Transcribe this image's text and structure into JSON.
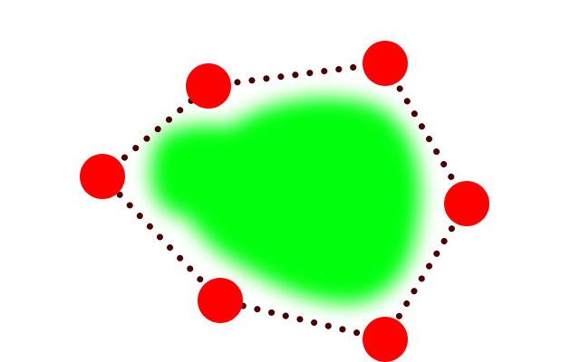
{
  "colors": {
    "background": "#ffffff",
    "fill_region": "#00ff11",
    "handle": "#ff0000",
    "outline": "#4a0000"
  },
  "selection": {
    "handle_count": 6,
    "outline_style": "dotted",
    "handles": [
      {
        "name": "left"
      },
      {
        "name": "upper-left"
      },
      {
        "name": "upper-right"
      },
      {
        "name": "right"
      },
      {
        "name": "lower-right"
      },
      {
        "name": "lower-left"
      }
    ]
  },
  "region": {
    "shape": "blurred-blob"
  }
}
